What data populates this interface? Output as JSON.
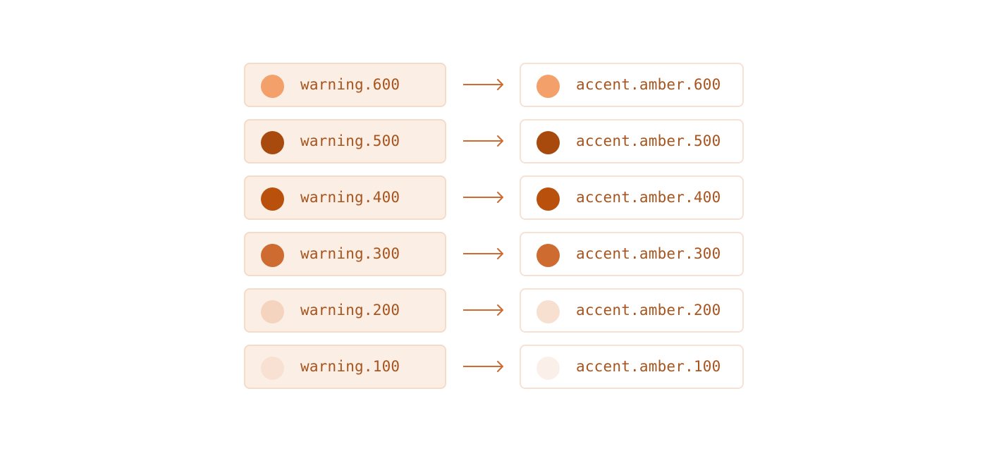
{
  "colors": {
    "text": "#a7541e",
    "arrow": "#cd6b30"
  },
  "mappings": [
    {
      "from": "warning.600",
      "to": "accent.amber.600",
      "from_color": "#f4a06a",
      "to_color": "#f4a06a"
    },
    {
      "from": "warning.500",
      "to": "accent.amber.500",
      "from_color": "#a84a0d",
      "to_color": "#a84a0d"
    },
    {
      "from": "warning.400",
      "to": "accent.amber.400",
      "from_color": "#b9510d",
      "to_color": "#b9510d"
    },
    {
      "from": "warning.300",
      "to": "accent.amber.300",
      "from_color": "#cd6b30",
      "to_color": "#cd6b30"
    },
    {
      "from": "warning.200",
      "to": "accent.amber.200",
      "from_color": "#f5d4bf",
      "to_color": "#f8e0d1"
    },
    {
      "from": "warning.100",
      "to": "accent.amber.100",
      "from_color": "#f8e1d3",
      "to_color": "#faf0e9"
    }
  ]
}
